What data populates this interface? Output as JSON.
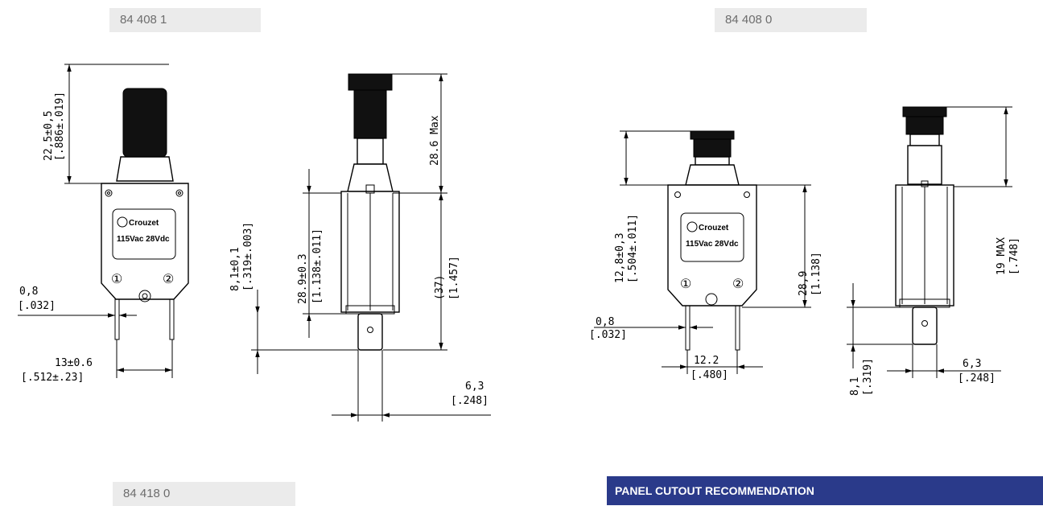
{
  "labels": {
    "a": "84 408 1",
    "b": "84 408 0",
    "c": "84 418 0",
    "cutout": "PANEL CUTOUT RECOMMENDATION"
  },
  "dims1": {
    "h1a": "22,5±0,5",
    "h1b": "[.886±.019]",
    "t1a": "0,8",
    "t1b": "[.032]",
    "w1a": "13±0.6",
    "w1b": "[.512±.23]",
    "s1a": "8,1±0,1",
    "s1b": "[.319±.003]",
    "s2a": "28.9±0.3",
    "s2b": "[1.138±.011]",
    "m1": "28.6 Max",
    "p1a": "(37)",
    "p1b": "[1.457]",
    "d1a": "6,3",
    "d1b": "[.248]"
  },
  "dims2": {
    "h2a": "12,8±0,3",
    "h2b": "[.504±.011]",
    "b2a": "28,9",
    "b2b": "[1.138]",
    "t2a": "0,8",
    "t2b": "[.032]",
    "w2a": "12.2",
    "w2b": "[.480]",
    "m2a": "19  MAX",
    "m2b": "[.748]",
    "s3a": "8,1",
    "s3b": "[.319]",
    "d2a": "6,3",
    "d2b": "[.248]"
  },
  "device": {
    "brand": "Crouzet",
    "rating": "115Vac 28Vdc",
    "term1": "①",
    "term2": "②"
  }
}
